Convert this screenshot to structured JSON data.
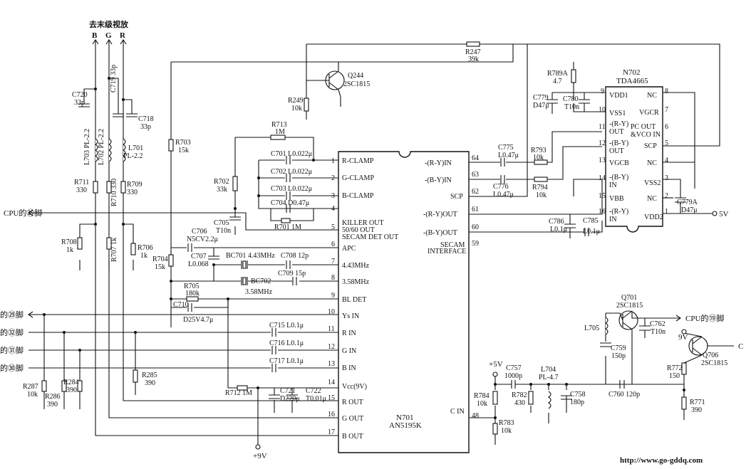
{
  "header": {
    "top_label": "去末级视放",
    "rgb_labels": [
      "B",
      "G",
      "R"
    ]
  },
  "ic_main": {
    "name": "N701",
    "part": "AN5195K",
    "left_pins": [
      {
        "n": "1",
        "name": "R-CLAMP"
      },
      {
        "n": "2",
        "name": "G-CLAMP"
      },
      {
        "n": "3",
        "name": "B-CLAMP"
      },
      {
        "n": "4",
        "name": ""
      },
      {
        "n": "5",
        "name": "KILLER OUT"
      },
      {
        "n": "6",
        "name": "APC"
      },
      {
        "n": "7",
        "name": "4.43MHz"
      },
      {
        "n": "8",
        "name": "3.58MHz"
      },
      {
        "n": "9",
        "name": "BL DET"
      },
      {
        "n": "10",
        "name": "Ys IN"
      },
      {
        "n": "11",
        "name": "R IN"
      },
      {
        "n": "12",
        "name": "G IN"
      },
      {
        "n": "13",
        "name": "B IN"
      },
      {
        "n": "14",
        "name": "Vcc(9V)"
      },
      {
        "n": "15",
        "name": "R OUT"
      },
      {
        "n": "16",
        "name": "G OUT"
      },
      {
        "n": "17",
        "name": "B OUT"
      }
    ],
    "pin5_extra": [
      "50/60 OUT",
      "SECAM DET OUT"
    ],
    "right_pins": [
      {
        "n": "64",
        "name": "-(R-Y)IN"
      },
      {
        "n": "63",
        "name": "-(B-Y)IN"
      },
      {
        "n": "62",
        "name": "SCP"
      },
      {
        "n": "61",
        "name": "-(R-Y)OUT"
      },
      {
        "n": "60",
        "name": "-(B-Y)OUT"
      },
      {
        "n": "59",
        "name": "SECAM"
      },
      {
        "n": "48",
        "name": "C IN"
      }
    ],
    "pin59_extra": "INTERFACE"
  },
  "ic_delay": {
    "name": "N702",
    "part": "TDA4665",
    "left_pins": [
      {
        "n": "9",
        "name": "VDD1"
      },
      {
        "n": "10",
        "name": "VSS1"
      },
      {
        "n": "11",
        "name": "-(R-Y)"
      },
      {
        "n": "12",
        "name": "-(B-Y)"
      },
      {
        "n": "13",
        "name": "VGCB"
      },
      {
        "n": "14",
        "name": "-(B-Y)"
      },
      {
        "n": "15",
        "name": "VBB"
      },
      {
        "n": "16",
        "name": "-(R-Y)"
      }
    ],
    "left_extra": {
      "out": "OUT",
      "out2": "OUT",
      "in1": "IN",
      "in2": "IN"
    },
    "right_pins": [
      {
        "n": "8",
        "name": "NC"
      },
      {
        "n": "7",
        "name": "VGCR"
      },
      {
        "n": "6",
        "name": "PC OUT"
      },
      {
        "n": "5",
        "name": "SCP"
      },
      {
        "n": "4",
        "name": "NC"
      },
      {
        "n": "3",
        "name": "VSS2"
      },
      {
        "n": "2",
        "name": "NC"
      },
      {
        "n": "1",
        "name": "VDD2"
      }
    ],
    "pin6_extra": "&VCO IN"
  },
  "components": {
    "C720": [
      "C720",
      "33p"
    ],
    "C719": "C719 33p",
    "C718": [
      "C718",
      "33p"
    ],
    "L703": "L703 PL-2.2",
    "L702": "L702 PL-2.2",
    "L701": [
      "L701",
      "PL-2.2"
    ],
    "R711": [
      "R711",
      "330"
    ],
    "R710": "R710 330",
    "R709": [
      "R709",
      "330"
    ],
    "R708": [
      "R708",
      "1k"
    ],
    "R707": "R707 1k",
    "R706": [
      "R706",
      "1k"
    ],
    "R703": [
      "R703",
      "15k"
    ],
    "R702": [
      "R702",
      "33k"
    ],
    "R704": [
      "R704",
      "15k"
    ],
    "R705": [
      "R705",
      "180k"
    ],
    "C705": [
      "C705",
      "T10n"
    ],
    "C706": [
      "C706",
      "N5CV2.2μ"
    ],
    "C707": [
      "C707",
      "L0.068"
    ],
    "BC701": "BC701 4.43MHz",
    "C708": "C708 12p",
    "C709": "C709 15p",
    "BC702": [
      "BC702",
      "3.58MHz"
    ],
    "C710": "C710",
    "D25": "D25V4.7μ",
    "R713": [
      "R713",
      "1M"
    ],
    "C701": "C701 L0.022μ",
    "C702": "C702 L0.022μ",
    "C703": "C703 L0.022μ",
    "C704": "C704 D0.47μ",
    "R701": "R701 1M",
    "R249": [
      "R249",
      "10k"
    ],
    "Q244": [
      "Q244",
      "2SC1815"
    ],
    "R247": [
      "R247",
      "39k"
    ],
    "C715": "C715 L0.1μ",
    "C716": "C716 L0.1μ",
    "C717": "C717 L0.1μ",
    "R712": "R712 1M",
    "C721": [
      "C721",
      "D220μ"
    ],
    "C722": [
      "C722",
      "T0.01μ"
    ],
    "R285": [
      "R285",
      "390"
    ],
    "R287": [
      "R287",
      "10k"
    ],
    "R286": [
      "R286",
      "390"
    ],
    "R284": [
      "R284",
      "390"
    ],
    "C775": [
      "C775",
      "L0.47μ"
    ],
    "C776": [
      "C776",
      "L0.47μ"
    ],
    "R793": [
      "R793",
      "10k"
    ],
    "R794": [
      "R794",
      "10k"
    ],
    "C786": [
      "C786",
      "L0.1μ"
    ],
    "C785": [
      "C785",
      "L0.1μ"
    ],
    "R789A": [
      "R789A",
      "4.7"
    ],
    "C779": [
      "C779",
      "D47μ"
    ],
    "C780": [
      "C780",
      "T10n"
    ],
    "C779A": [
      "C779A",
      "D47μ"
    ],
    "Q701": [
      "Q701",
      "2SC1815"
    ],
    "L705": "L705",
    "C759": [
      "C759",
      "150p"
    ],
    "C762": [
      "C762",
      "T10n"
    ],
    "Q706": [
      "Q706",
      "2SC1815"
    ],
    "R772": [
      "R772",
      "150"
    ],
    "R771": [
      "R771",
      "390"
    ],
    "C757": [
      "C757",
      "1000p"
    ],
    "L704": [
      "L704",
      "PL-4.7"
    ],
    "C758": [
      "C758",
      "180p"
    ],
    "C760": "C760 120p",
    "R784": [
      "R784",
      "10k"
    ],
    "R782": [
      "R782",
      "430"
    ],
    "R783": [
      "R783",
      "10k"
    ]
  },
  "nets": {
    "cpu25": "CPU的㉕脚",
    "cpu19": "CPU的⑲脚",
    "pin29": "的㉙脚",
    "pin32": "的㉜脚",
    "pin31": "的㉛脚",
    "pin30": "的㉚脚",
    "v9": "+9V",
    "v9b": "9V",
    "v5": "+5V",
    "v5b": "5V",
    "c": "C"
  },
  "watermark": "http://www.go-gddq.com"
}
